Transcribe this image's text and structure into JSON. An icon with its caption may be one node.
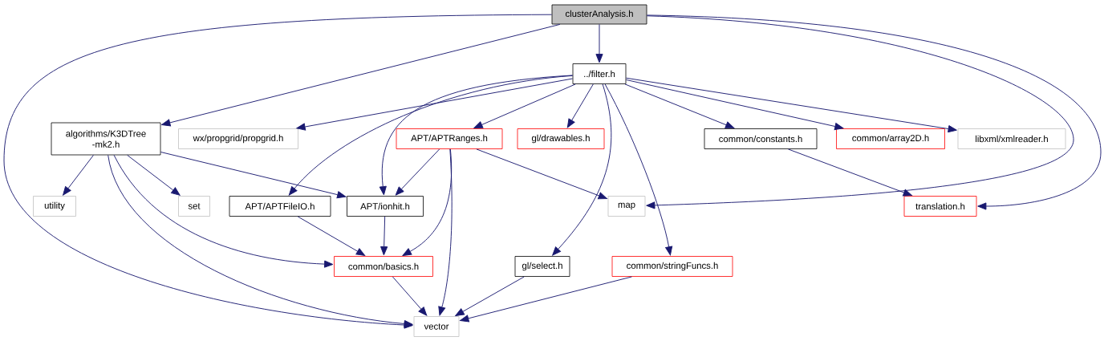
{
  "diagram": {
    "nodes": [
      {
        "text": [
          "clusterAnalysis.h"
        ]
      },
      {
        "text": [
          "../filter.h"
        ]
      },
      {
        "text": [
          "algorithms/K3DTree -mk2.h"
        ]
      },
      {
        "text": [
          "wx/propgrid/propgrid.h"
        ]
      },
      {
        "text": [
          "APT/APTRanges.h"
        ]
      },
      {
        "text": [
          "gl/drawables.h"
        ]
      },
      {
        "text": [
          "common/constants.h"
        ]
      },
      {
        "text": [
          "common/array2D.h"
        ]
      },
      {
        "text": [
          "libxml/xmlreader.h"
        ]
      },
      {
        "text": [
          "utility"
        ]
      },
      {
        "text": [
          "set"
        ]
      },
      {
        "text": [
          "APT/APTFileIO.h"
        ]
      },
      {
        "text": [
          "APT/ionhit.h"
        ]
      },
      {
        "text": [
          "map"
        ]
      },
      {
        "text": [
          "translation.h"
        ]
      },
      {
        "text": [
          "common/basics.h"
        ]
      },
      {
        "text": [
          "gl/select.h"
        ]
      },
      {
        "text": [
          "common/stringFuncs.h"
        ]
      },
      {
        "text": [
          "vector"
        ]
      }
    ],
    "edges": [
      {
        "from": 0,
        "to": 1,
        "arrow": "to"
      },
      {
        "from": 0,
        "to": 2,
        "arrow": "to"
      },
      {
        "from": 0,
        "to": 18,
        "arrow": "to"
      },
      {
        "from": 0,
        "to": 13,
        "arrow": "to"
      },
      {
        "from": 0,
        "to": 14,
        "arrow": "to"
      },
      {
        "from": 1,
        "to": 3,
        "arrow": "to"
      },
      {
        "from": 1,
        "to": 4,
        "arrow": "to"
      },
      {
        "from": 1,
        "to": 5,
        "arrow": "to"
      },
      {
        "from": 1,
        "to": 6,
        "arrow": "to"
      },
      {
        "from": 1,
        "to": 7,
        "arrow": "to"
      },
      {
        "from": 1,
        "to": 8,
        "arrow": "to"
      },
      {
        "from": 1,
        "to": 11,
        "arrow": "to"
      },
      {
        "from": 1,
        "to": 12,
        "arrow": "to"
      },
      {
        "from": 1,
        "to": 16,
        "arrow": "to"
      },
      {
        "from": 1,
        "to": 17,
        "arrow": "to"
      },
      {
        "from": 2,
        "to": 9,
        "arrow": "to"
      },
      {
        "from": 2,
        "to": 10,
        "arrow": "to"
      },
      {
        "from": 2,
        "to": 12,
        "arrow": "to"
      },
      {
        "from": 2,
        "to": 15,
        "arrow": "to"
      },
      {
        "from": 2,
        "to": 18,
        "arrow": "to"
      },
      {
        "from": 4,
        "to": 12,
        "arrow": "to"
      },
      {
        "from": 4,
        "to": 13,
        "arrow": "to"
      },
      {
        "from": 4,
        "to": 15,
        "arrow": "to"
      },
      {
        "from": 4,
        "to": 18,
        "arrow": "to"
      },
      {
        "from": 6,
        "to": 14,
        "arrow": "to"
      },
      {
        "from": 11,
        "to": 15,
        "arrow": "to"
      },
      {
        "from": 12,
        "to": 15,
        "arrow": "to"
      },
      {
        "from": 15,
        "to": 18,
        "arrow": "to"
      },
      {
        "from": 16,
        "to": 18,
        "arrow": "to"
      },
      {
        "from": 17,
        "to": 18,
        "arrow": "to"
      }
    ]
  }
}
